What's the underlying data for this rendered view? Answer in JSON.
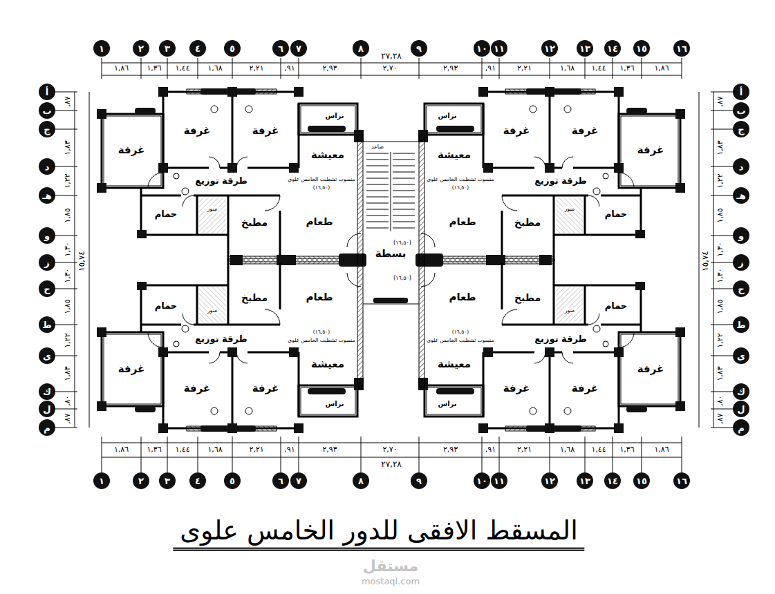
{
  "diagram": {
    "title": "المسقط الافقى للدور الخامس علوى",
    "nodes": [
      {
        "text": [
          "١"
        ]
      },
      {
        "text": [
          "٢"
        ]
      },
      {
        "text": [
          "٣"
        ]
      },
      {
        "text": [
          "٤"
        ]
      },
      {
        "text": [
          "٥"
        ]
      },
      {
        "text": [
          "٦"
        ]
      },
      {
        "text": [
          "٧"
        ]
      },
      {
        "text": [
          "٨"
        ]
      },
      {
        "text": [
          "٩"
        ]
      },
      {
        "text": [
          "١٠"
        ]
      },
      {
        "text": [
          "١١"
        ]
      },
      {
        "text": [
          "١٢"
        ]
      },
      {
        "text": [
          "١٣"
        ]
      },
      {
        "text": [
          "١٤"
        ]
      },
      {
        "text": [
          "١٥"
        ]
      },
      {
        "text": [
          "١٦"
        ]
      },
      {
        "text": [
          "أ"
        ]
      },
      {
        "text": [
          "ب"
        ]
      },
      {
        "text": [
          "ج"
        ]
      },
      {
        "text": [
          "د"
        ]
      },
      {
        "text": [
          "هـ"
        ]
      },
      {
        "text": [
          "و"
        ]
      },
      {
        "text": [
          "ز"
        ]
      },
      {
        "text": [
          "ح"
        ]
      },
      {
        "text": [
          "ط"
        ]
      },
      {
        "text": [
          "ى"
        ]
      },
      {
        "text": [
          "ك"
        ]
      },
      {
        "text": [
          "ل"
        ]
      },
      {
        "text": [
          "م"
        ]
      },
      {
        "text": [
          "أ"
        ]
      },
      {
        "text": [
          "ب"
        ]
      },
      {
        "text": [
          "ج"
        ]
      },
      {
        "text": [
          "د"
        ]
      },
      {
        "text": [
          "هـ"
        ]
      },
      {
        "text": [
          "و"
        ]
      },
      {
        "text": [
          "ز"
        ]
      },
      {
        "text": [
          "ح"
        ]
      },
      {
        "text": [
          "ط"
        ]
      },
      {
        "text": [
          "ى"
        ]
      },
      {
        "text": [
          "ك"
        ]
      },
      {
        "text": [
          "ل"
        ]
      },
      {
        "text": [
          "م"
        ]
      },
      {
        "text": [
          "١"
        ]
      },
      {
        "text": [
          "٢"
        ]
      },
      {
        "text": [
          "٣"
        ]
      },
      {
        "text": [
          "٤"
        ]
      },
      {
        "text": [
          "٥"
        ]
      },
      {
        "text": [
          "٦"
        ]
      },
      {
        "text": [
          "٧"
        ]
      },
      {
        "text": [
          "٨"
        ]
      },
      {
        "text": [
          "٩"
        ]
      },
      {
        "text": [
          "١٠"
        ]
      },
      {
        "text": [
          "١١"
        ]
      },
      {
        "text": [
          "١٢"
        ]
      },
      {
        "text": [
          "١٣"
        ]
      },
      {
        "text": [
          "١٤"
        ]
      },
      {
        "text": [
          "١٥"
        ]
      },
      {
        "text": [
          "١٦"
        ]
      }
    ],
    "labels": [
      "غرفة",
      "غرفة",
      "غرفة",
      "معيشة",
      "تراس",
      "طرقة توزيع",
      "حمام",
      "مطبخ",
      "طعام",
      "منسوب تشطيب الخامس علوى",
      "(١٦,٥٠)",
      "منور",
      "غرفة",
      "غرفة",
      "غرفة",
      "معيشة",
      "تراس",
      "طرقة توزيع",
      "حمام",
      "مطبخ",
      "طعام",
      "منسوب تشطيب الخامس علوى",
      "(١٦,٥٠)",
      "منور",
      "غرفة",
      "غرفة",
      "غرفة",
      "معيشة",
      "تراس",
      "طرقة توزيع",
      "حمام",
      "مطبخ",
      "طعام",
      "منسوب تشطيب الخامس علوى",
      "(١٦,٥٠)",
      "منور",
      "غرفة",
      "غرفة",
      "غرفة",
      "معيشة",
      "تراس",
      "طرقة توزيع",
      "حمام",
      "مطبخ",
      "طعام",
      "منسوب تشطيب الخامس علوى",
      "(١٦,٥٠)",
      "منور",
      "بسطة",
      "صاعد",
      "(١٦,٥٠)",
      "(١٦,٥٠)",
      "١,٨٦",
      "١,٣٦",
      "١,٤٤",
      "١,٦٨",
      "٢,٢١",
      ",٩١",
      "٢,٩٣",
      "٢,٧٠",
      "٢,٩٣",
      ",٩١",
      "٢,٢١",
      "١,٦٨",
      "١,٤٤",
      "١,٣٦",
      "١,٨٦",
      "٢٧,٢٨",
      "١,٨٦",
      "١,٣٦",
      "١,٤٤",
      "١,٦٨",
      "٢,٢١",
      ",٩١",
      "٢,٩٣",
      "٢,٧٠",
      "٢,٩٣",
      ",٩١",
      "٢,٢١",
      "١,٦٨",
      "١,٤٤",
      "١,٣٦",
      "١,٨٦",
      "٢٧,٢٨",
      ",٨٧",
      "١,٨٣",
      "١,٢٢",
      "١,٨٥",
      "١,٣٠",
      "١,٣٠",
      "١,٨٥",
      "١,٢٢",
      "١,٨٣",
      ",٨٠",
      ",٨٧",
      "١٥,٧٤",
      ",٨٧",
      "١,٨٣",
      "١,٢٢",
      "١,٨٥",
      "١,٣٠",
      "١,٣٠",
      "١,٨٥",
      "١,٢٢",
      "١,٨٣",
      ",٨٠",
      ",٨٧",
      "١٥,٧٤",
      "مستقل",
      "mostaql.com"
    ]
  }
}
